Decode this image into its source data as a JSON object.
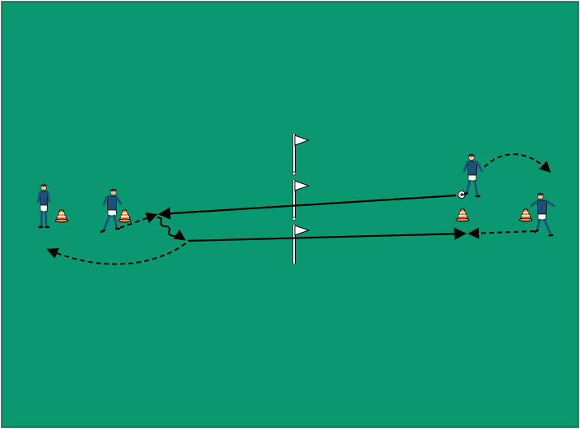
{
  "pitch": {
    "color": "#0a9870",
    "border_color": "#1f5e48"
  },
  "colors": {
    "jersey": "#1e4f7d",
    "shorts": "#ffffff",
    "skin": "#f2c29a",
    "hair": "#2b2b2b",
    "cone_fill": "#ff8a3d",
    "cone_stripe": "#ffffff",
    "flag": "#ffffff",
    "pass_line": "#000000",
    "run_line": "#000000"
  },
  "elements": {
    "players": [
      "player",
      "player",
      "player",
      "player"
    ],
    "cones": [
      "cone",
      "cone",
      "cone",
      "cone"
    ],
    "flag_poles": [
      "flag-pole",
      "flag-pole",
      "flag-pole"
    ],
    "ball": "ball",
    "passes": [
      "pass-arrow",
      "pass-arrow"
    ],
    "runs": [
      "run-arrow",
      "run-arrow",
      "run-arrow",
      "run-arrow"
    ],
    "dribble": "dribble-arrow"
  }
}
